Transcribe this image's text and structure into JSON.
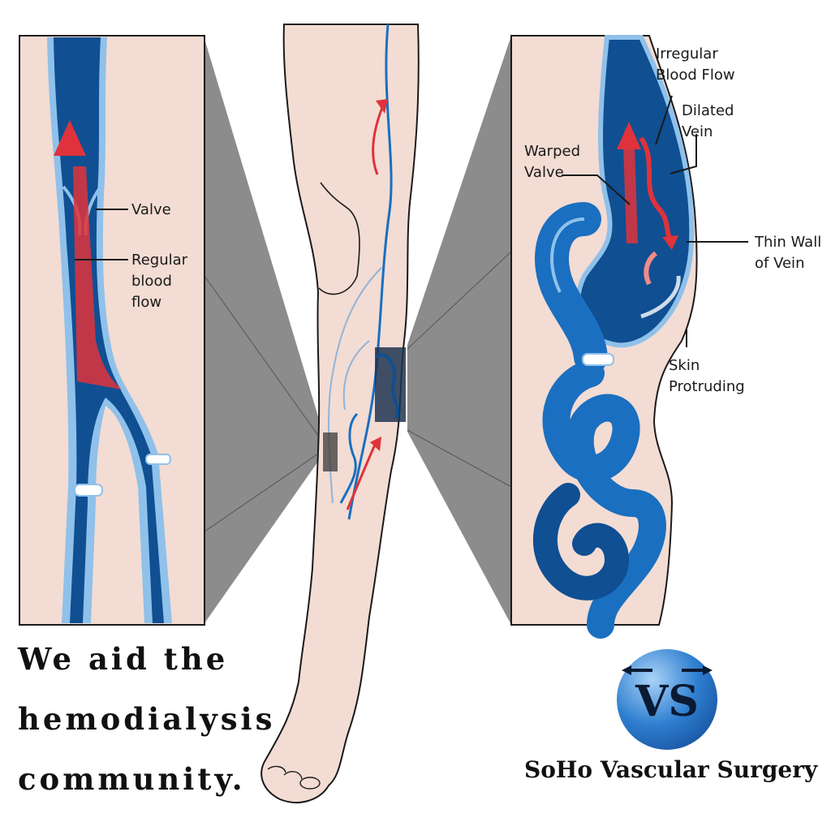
{
  "colors": {
    "skin": "#f3dcd3",
    "vein_dark": "#0f4f92",
    "vein_mid": "#1a6fc0",
    "vein_light": "#8fc1ea",
    "flow_red": "#e0323a",
    "zoom_gray": "#8c8c8c",
    "logo_blue": "#2f7fd0"
  },
  "left_panel": {
    "labels": {
      "valve": "Valve",
      "regular_flow": [
        "Regular",
        "blood",
        "flow"
      ]
    }
  },
  "right_panel": {
    "labels": {
      "irregular_flow": [
        "Irregular",
        "Blood Flow"
      ],
      "dilated_vein": [
        "Dilated",
        "Vein"
      ],
      "warped_valve": [
        "Warped",
        "Valve"
      ],
      "thin_wall": [
        "Thin Wall",
        "of Vein"
      ],
      "skin_protruding": [
        "Skin",
        "Protruding"
      ]
    }
  },
  "tagline": [
    "We aid the",
    "hemodialysis",
    "community."
  ],
  "brand": {
    "name": "SoHo Vascular Surgery",
    "logo_letters": "VS"
  }
}
